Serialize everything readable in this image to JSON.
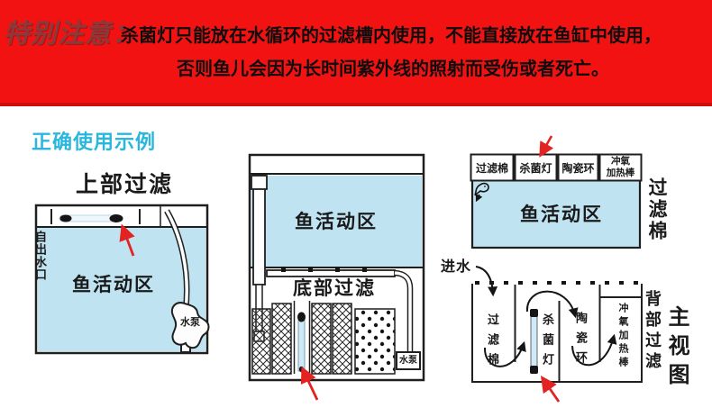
{
  "colors": {
    "banner_bg": "#f21212",
    "banner_edge": "#cf0d0d",
    "badge_text": "#8a3a3a",
    "section_title": "#29b7dd",
    "water": "#bfe3f0",
    "line": "#1f1f1f",
    "red_arrow": "#e32222",
    "lamp_tube": "#cfe9f6"
  },
  "banner": {
    "badge": "特别注意：",
    "line1": "杀菌灯只能放在水循环的过滤槽内使用，不能直接放在鱼缸中使用，",
    "line2": "否则鱼儿会因为长时间紫外线的照射而受伤或者死亡。"
  },
  "section": {
    "title": "正确使用示例"
  },
  "top_filter": {
    "title": "上部过滤",
    "outlet": "自出水口",
    "fish_zone": "鱼活动区",
    "pump": "水泵"
  },
  "bottom_filter": {
    "fish_zone": "鱼活动区",
    "title": "底部过滤",
    "pump": "水泵"
  },
  "back_filter_top_view": {
    "cells": [
      "过滤棉",
      "杀菌灯",
      "陶瓷环",
      "冲氧\n加热棒"
    ],
    "fish_zone": "鱼活动区",
    "side_label": "过滤棉"
  },
  "back_filter_main_view": {
    "inlet": "进水",
    "chambers": [
      "过滤棉",
      "杀菌灯",
      "陶瓷环",
      "冲氧加热棒"
    ],
    "side_label_small": "背部过滤",
    "side_label_large": "主视图"
  }
}
